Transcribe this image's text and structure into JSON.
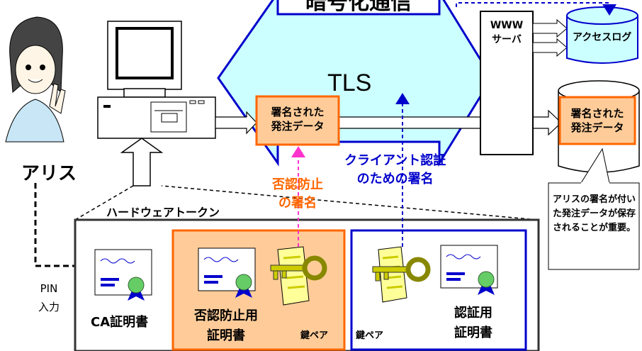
{
  "tunnel": {
    "title_partial": "暗号化通信",
    "label": "TLS"
  },
  "people": {
    "alice": "アリス"
  },
  "signed_order": {
    "line1": "署名された",
    "line2": "発注データ"
  },
  "server": {
    "line1": "WWW",
    "line2": "サーバ"
  },
  "access_log": "アクセスログ",
  "stored_order": {
    "line1": "署名された",
    "line2": "発注データ"
  },
  "client_auth": {
    "line1": "クライアント認証",
    "line2": "のための署名"
  },
  "non_repudiation": {
    "line1": "否認防止",
    "line2": "の署名"
  },
  "callout": {
    "text": "アリスの署名が付いた発注データが保存されることが重要。"
  },
  "token": {
    "title": "ハードウェアトークン",
    "pin": {
      "line1": "PIN",
      "line2": "入力"
    },
    "ca_cert": "CA証明書",
    "nr_cert": {
      "line1": "否認防止用",
      "line2": "証明書"
    },
    "keypair_left": "鍵ペア",
    "keypair_right": "鍵ペア",
    "auth_cert": {
      "line1": "認証用",
      "line2": "証明書"
    }
  },
  "colors": {
    "tunnel_fill": "#ccffff",
    "orange": "#ff6600",
    "orange_fill": "#ffcc99",
    "blue": "#0000cc",
    "token_border": "#333333",
    "pink": "#ff33cc"
  }
}
